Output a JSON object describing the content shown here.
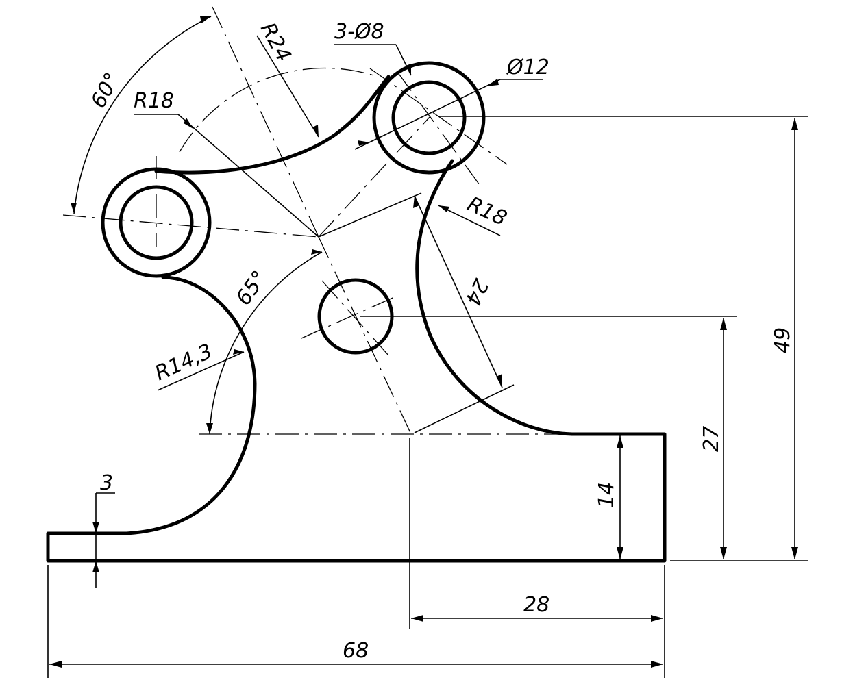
{
  "drawing": {
    "labels": {
      "three_phi8": "3-Ø8",
      "phi12": "Ø12",
      "r24": "R24",
      "r18_left": "R18",
      "r18_right": "R18",
      "r14_3": "R14,3",
      "angle60": "60°",
      "angle65": "65°",
      "len24": "24",
      "dim3": "3",
      "dim14": "14",
      "dim27": "27",
      "dim49": "49",
      "dim28": "28",
      "dim68": "68"
    },
    "colors": {
      "ink": "#000000",
      "paper": "#ffffff"
    }
  }
}
